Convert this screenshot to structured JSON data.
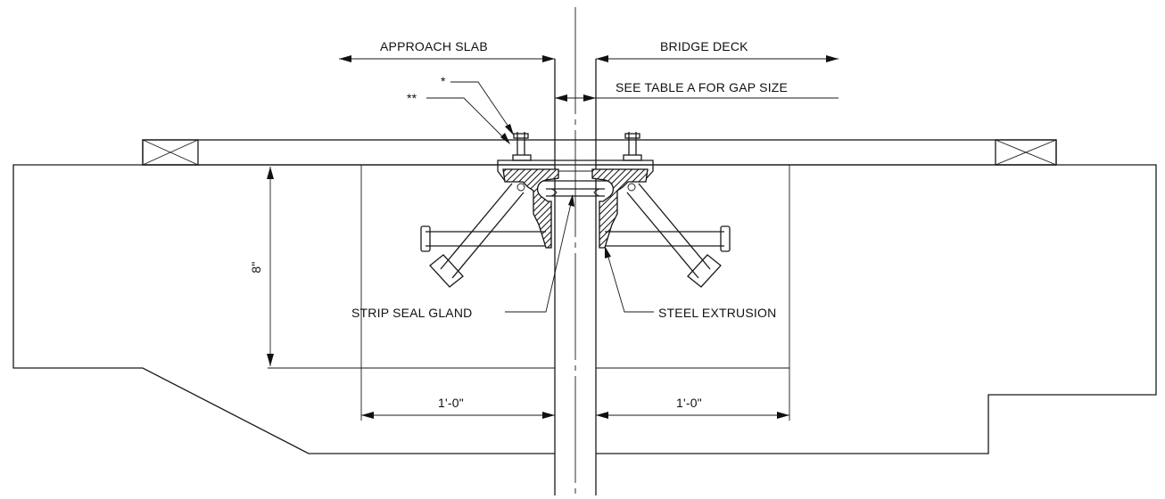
{
  "labels": {
    "approach_slab": "APPROACH SLAB",
    "bridge_deck": "BRIDGE DECK",
    "gap_note": "SEE TABLE A FOR GAP SIZE",
    "note_single": "*",
    "note_double": "**",
    "strip_seal": "STRIP SEAL GLAND",
    "steel_extrusion": "STEEL EXTRUSION",
    "depth_dim": "8\"",
    "left_width_dim": "1'-0\"",
    "right_width_dim": "1'-0\""
  },
  "colors": {
    "line": "#1a1a1a",
    "background": "#ffffff"
  }
}
